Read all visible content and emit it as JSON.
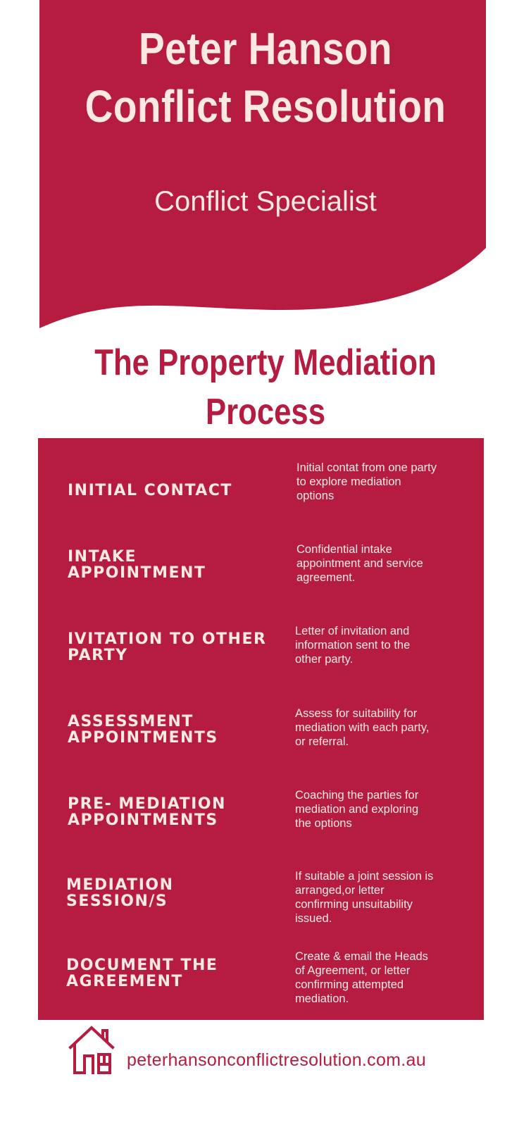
{
  "header": {
    "company_name_line1": "Peter Hanson",
    "company_name_line2": "Conflict Resolution",
    "tagline": "Conflict Specialist"
  },
  "section": {
    "title_line1": "The Property Mediation",
    "title_line2": "Process"
  },
  "steps": [
    {
      "title": "INITIAL CONTACT",
      "description": "Initial contat from one party to explore mediation options"
    },
    {
      "title": "INTAKE APPOINTMENT",
      "description": "Confidential intake appointment and service agreement."
    },
    {
      "title": "IVITATION TO OTHER PARTY",
      "description": "Letter of invitation and information sent to the other party."
    },
    {
      "title": "ASSESSMENT APPOINTMENTS",
      "description": "Assess for suitability for mediation with each party, or referral."
    },
    {
      "title": "PRE- MEDIATION APPOINTMENTS",
      "description": "Coaching the parties for mediation and exploring the options"
    },
    {
      "title": "MEDIATION SESSION/S",
      "description": "If suitable a joint session is arranged,or letter confirming unsuitability issued."
    },
    {
      "title": "DOCUMENT THE AGREEMENT",
      "description": "Create & email the Heads of Agreement, or letter confirming attempted mediation."
    }
  ],
  "footer": {
    "logo_icon": "house-logo-icon",
    "url": "peterhansonconflictresolution.com.au"
  },
  "colors": {
    "brand_crimson": "#b51c40",
    "light_text": "#fde9e4",
    "background": "#ffffff"
  }
}
